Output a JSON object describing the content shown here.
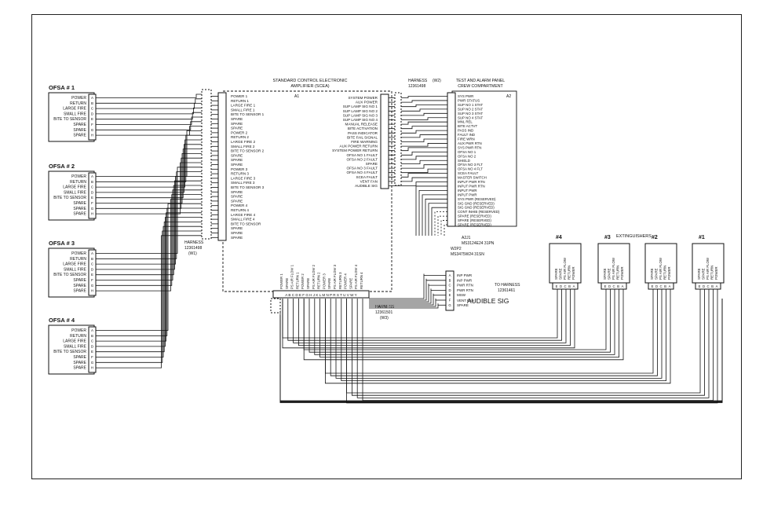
{
  "ofsa": [
    {
      "title": "OFSA # 1",
      "pins": [
        "POWER",
        "RETURN",
        "LARGE FIRE",
        "SMALL FIRE",
        "BITE TO SENSOR",
        "SPARE",
        "SPARE",
        "SPARE"
      ],
      "letters": [
        "A",
        "B",
        "C",
        "D",
        "E",
        "F",
        "G",
        "H"
      ]
    },
    {
      "title": "OFSA # 2",
      "pins": [
        "POWER",
        "RETURN",
        "LARGE FIRE",
        "SMALL FIRE",
        "BITE TO SENSOR",
        "SPARE",
        "SPARE",
        "SPARE"
      ],
      "letters": [
        "A",
        "B",
        "C",
        "D",
        "E",
        "F",
        "G",
        "H"
      ]
    },
    {
      "title": "OFSA # 3",
      "pins": [
        "POWER",
        "RETURN",
        "LARGE FIRE",
        "SMALL FIRE",
        "BITE TO SENSOR",
        "SPARE",
        "SPARE",
        "SPARE"
      ],
      "letters": [
        "A",
        "B",
        "C",
        "D",
        "E",
        "F",
        "G",
        "H"
      ]
    },
    {
      "title": "OFSA # 4",
      "pins": [
        "POWER",
        "RETURN",
        "LARGE FIRE",
        "SMALL FIRE",
        "BITE TO SENSOR",
        "SPARE",
        "SPARE",
        "SPARE"
      ],
      "letters": [
        "A",
        "B",
        "C",
        "D",
        "E",
        "F",
        "G",
        "H"
      ]
    }
  ],
  "harness_w1": {
    "label": "HARNESS",
    "number": "12361498",
    "id": "(W1)"
  },
  "scea": {
    "title_line1": "STANDARD CONTROL ELECTRONIC",
    "title_line2": "AMPLIFIER (SCEA)",
    "ref": "A1",
    "left_pins": [
      "POWER 1",
      "RETURN 1",
      "LARGE FIRE 1",
      "SMALL FIRE 1",
      "BITE TO SENSOR 1",
      "SPARE",
      "SPARE",
      "SPARE",
      "POWER 2",
      "RETURN 2",
      "LARGE FIRE 2",
      "SMALL FIRE 2",
      "BITE TO SENSOR 2",
      "SPARE",
      "SPARE",
      "SPARE",
      "POWER 3",
      "RETURN 3",
      "LARGE FIRE 3",
      "SMALL FIRE 3",
      "BITE TO SENSOR 3",
      "SPARE",
      "SPARE",
      "SPARE",
      "POWER 4",
      "RETURN 4",
      "LARGE FIRE 4",
      "SMALL FIRE 4",
      "BITE TO SENSOR",
      "SPARE",
      "SPARE",
      "SPARE"
    ],
    "right_pins": [
      "SYSTEM POWER",
      "AUX POWER",
      "SUP LAMP SIG NO 1",
      "SUP LAMP SIG NO 2",
      "SUP LAMP SIG NO 3",
      "SUP LAMP SIG NO 4",
      "MANUAL RELEASE",
      "BITE ACTIVATION",
      "PASS INDICATOR",
      "BITE FAIL SIGNAL",
      "FIRE WARNING",
      "AUX POWER RETURN",
      "SYSTEM POWER RETURN",
      "OFSA NO 1 FAULT",
      "OFSA NO 2 FAULT",
      "SPARE",
      "OFSA NO 3 FAULT",
      "OFSA NO 4 FAULT",
      "SCEA FAULT",
      "VENT FAN",
      "AUDIBLE SIG"
    ],
    "bottom_pins": [
      "POWER 1",
      "SPARE",
      "PS AIR FLOW 1",
      "RETURN 1",
      "POWER 2",
      "SPARE",
      "PS AIR FLOW 2",
      "RETURN 2",
      "POWER 3",
      "SPARE",
      "PS AIR FLOW 3",
      "RETURN 3",
      "POWER 4",
      "SPARE",
      "PS AIR FLOW 4",
      "RETURN 4"
    ],
    "bottom_letters": "A B C D E F G H J K L M N P R S T U V W Y"
  },
  "harness_w2": {
    "label": "HARNESS",
    "number": "12361498",
    "id": "(W2)"
  },
  "panel": {
    "title_line1": "TEST AND ALARM PANEL",
    "title_line2": "CREW COMPARTMENT",
    "ref": "A2",
    "pins": [
      "SYS PWR",
      "PWR STATUS",
      "SUP NO 1 STAT",
      "SUP NO 2 STAT",
      "SUP NO 3 STAT",
      "SUP NO 4 STAT",
      "MNL REL",
      "BITE ACTVT",
      "PASS IND",
      "FAULT IND",
      "FIRE WRN",
      "AUX PWR RTN",
      "SYS PWR RTN",
      "OFSA NO 1",
      "OFSA NO 2",
      "SHIELD",
      "OFSA NO 3 FLT",
      "OFSA NO 4 FLT",
      "SCEA FAULT",
      "MASTER SWITCH",
      "INPUT PWR RTN",
      "INPUT PWR RTN",
      "INPUT PWR",
      "INPUT PWR",
      "SYS PWR (RESERVED)",
      "SIG GND (RESERVED)",
      "SIG GND (RESERVED)",
      "CONT INHIB (RESERVED)",
      "SPARE (RESERVED)",
      "SPARE (RESERVED)",
      "SPARE (RESERVED)"
    ],
    "a2j1": "A2J1",
    "a2j1_part": "MS3124E24 31PN",
    "w2p2": "W2P2",
    "w2p2_part": "MS3475W24 31SN"
  },
  "audible": {
    "label": "AUDIBLE SIG",
    "pins": [
      "INP PWR",
      "INP PWR",
      "PWR RTN",
      "PWR RTN",
      "MSW",
      "VENT FAN",
      "SPARE"
    ],
    "letters": [
      "A",
      "B",
      "C",
      "D",
      "E",
      "F",
      "G"
    ]
  },
  "harness_w3": {
    "label": "HARNESS",
    "number": "12361501",
    "id": "(W3)"
  },
  "to_harness": {
    "label": "TO HARNESS",
    "number": "12361461"
  },
  "extinguishers": {
    "label": "EXTINGUISHERS",
    "units": [
      {
        "title": "#4",
        "pins": [
          "SPARE",
          "SPARE",
          "PS AIR FLOW",
          "RETURN",
          "POWER"
        ]
      },
      {
        "title": "#3",
        "pins": [
          "SPARE",
          "SPARE",
          "PS AIR FLOW",
          "RETURN",
          "POWER"
        ]
      },
      {
        "title": "#2",
        "pins": [
          "SPARE",
          "SPARE",
          "PS AIR FLOW",
          "RETURN",
          "POWER"
        ]
      },
      {
        "title": "#1",
        "pins": [
          "SPARE",
          "SPARE",
          "PS AIR FLOW",
          "RETURN",
          "POWER"
        ]
      }
    ],
    "letters": [
      "E",
      "D",
      "C",
      "B",
      "A"
    ]
  }
}
